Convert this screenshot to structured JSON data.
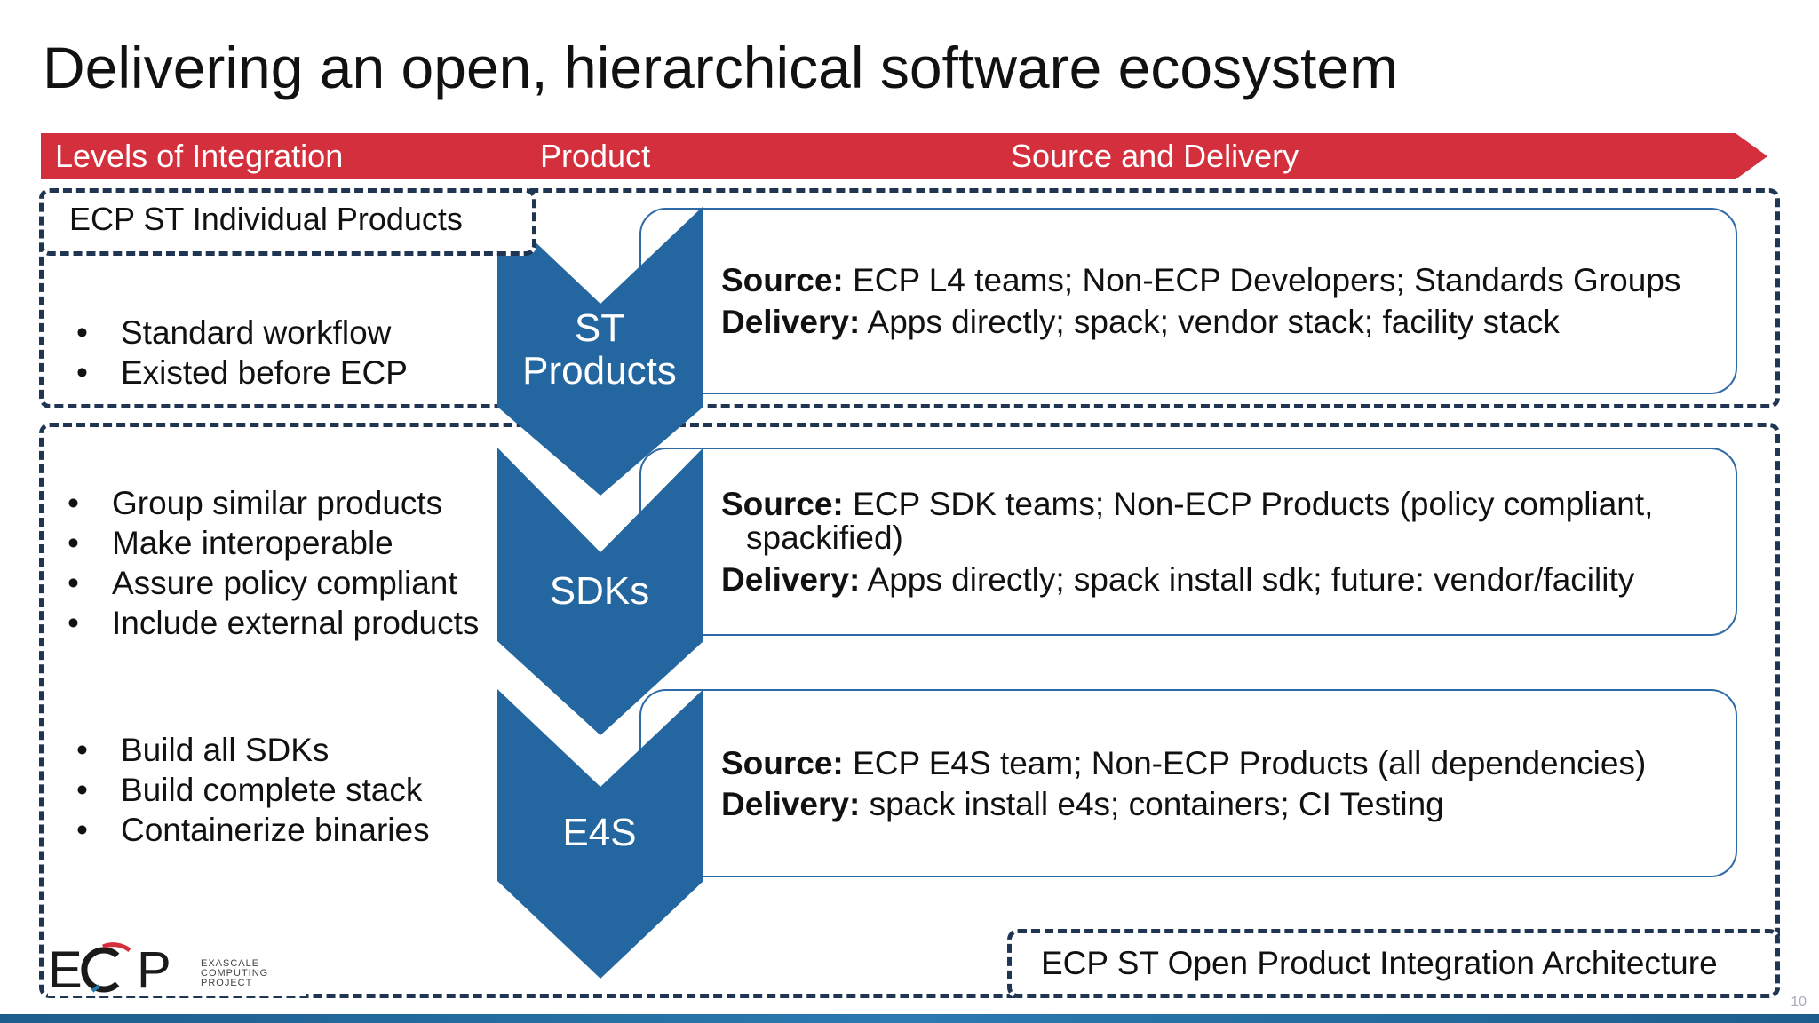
{
  "title": "Delivering an open, hierarchical software ecosystem",
  "banner": {
    "levels": "Levels of Integration",
    "product": "Product",
    "source": "Source and Delivery",
    "color": "#d32f3c"
  },
  "individual_label": "ECP ST Individual Products",
  "architecture_label": "ECP ST Open Product Integration Architecture",
  "levels": [
    {
      "name": "ST Products",
      "name_lines": [
        "ST",
        "Products"
      ],
      "bullets": [
        "Standard workflow",
        "Existed before ECP"
      ],
      "source_label": "Source:",
      "source": " ECP L4 teams; Non-ECP Developers; Standards Groups",
      "source_cont": "",
      "delivery_label": "Delivery:",
      "delivery": " Apps directly; spack; vendor stack; facility stack"
    },
    {
      "name": "SDKs",
      "bullets": [
        "Group similar products",
        "Make interoperable",
        "Assure policy compliant",
        "Include external products"
      ],
      "source_label": "Source:",
      "source": " ECP SDK teams; Non-ECP Products (policy compliant,",
      "source_cont": "spackified)",
      "delivery_label": "Delivery:",
      "delivery": " Apps directly; spack install sdk; future: vendor/facility"
    },
    {
      "name": "E4S",
      "bullets": [
        "Build all SDKs",
        "Build complete stack",
        "Containerize binaries"
      ],
      "source_label": "Source:",
      "source": " ECP E4S team; Non-ECP Products (all dependencies)",
      "source_cont": "",
      "delivery_label": "Delivery:",
      "delivery": " spack install e4s; containers; CI Testing"
    }
  ],
  "logo": {
    "mark": "ECP",
    "sub": [
      "EXASCALE",
      "COMPUTING",
      "PROJECT"
    ]
  },
  "slide_number": "10",
  "colors": {
    "chevron": "#2467a0",
    "dash": "#1f3552",
    "box_border": "#2f6aa6"
  }
}
